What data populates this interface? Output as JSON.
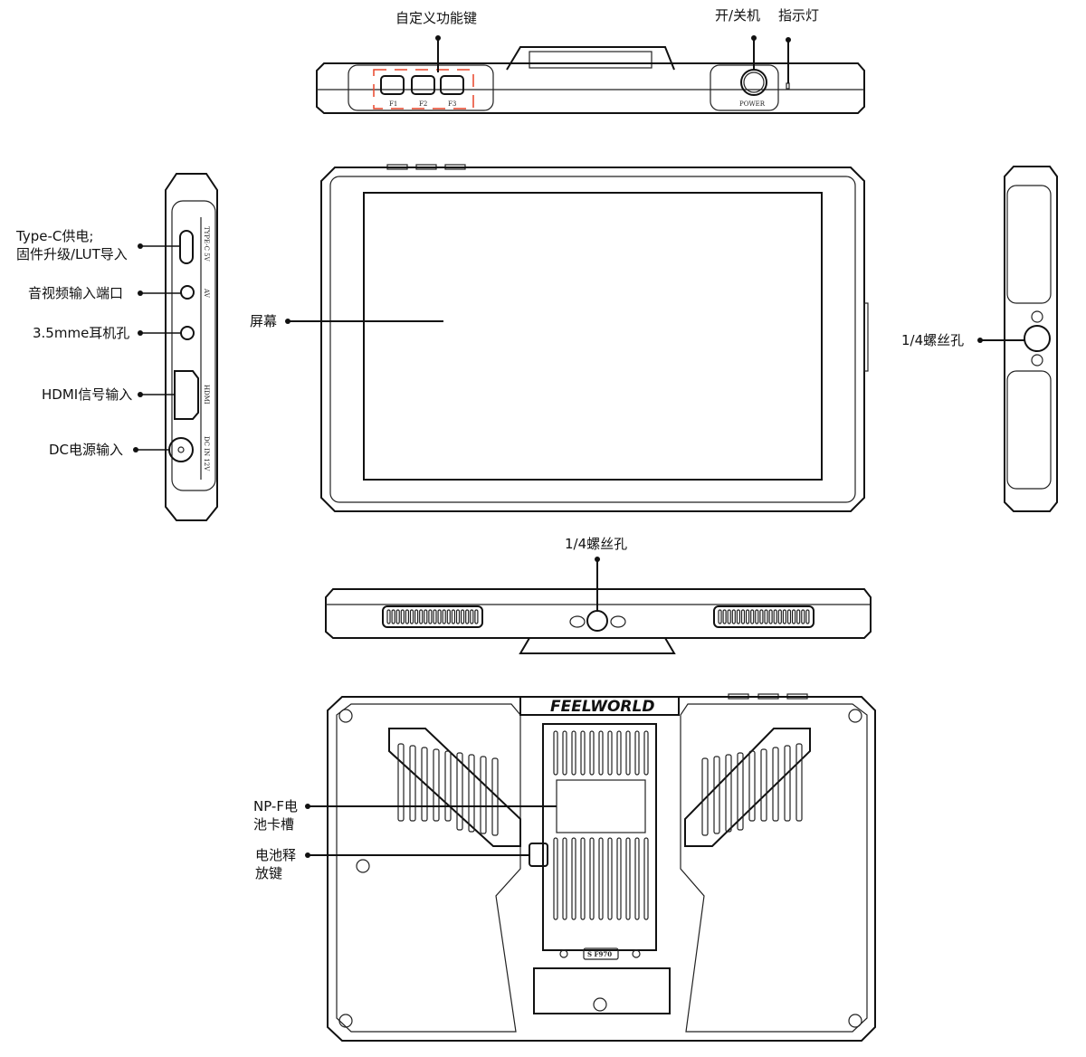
{
  "labels": {
    "custom_keys": "自定义功能键",
    "power": "开/关机",
    "indicator": "指示灯",
    "typec_line1": "Type-C供电;",
    "typec_line2": "固件升级/LUT导入",
    "av": "音视频输入端口",
    "headphone": "3.5mme耳机孔",
    "hdmi": "HDMI信号输入",
    "dc": "DC电源输入",
    "screen": "屏幕",
    "screw_right": "1/4螺丝孔",
    "screw_bottom": "1/4螺丝孔",
    "battery_slot_line1": "NP-F电",
    "battery_slot_line2": "池卡槽",
    "battery_release_line1": "电池释",
    "battery_release_line2": "放键"
  },
  "device_markings": {
    "f1": "F1",
    "f2": "F2",
    "f3": "F3",
    "power": "POWER",
    "typec": "TYPE-C 5V",
    "av": "AV",
    "hdmi": "HDMI",
    "dc": "DC IN 12V",
    "brand": "FEELWORLD",
    "battery_model": "S F970"
  },
  "colors": {
    "accent": "#e8452a"
  }
}
